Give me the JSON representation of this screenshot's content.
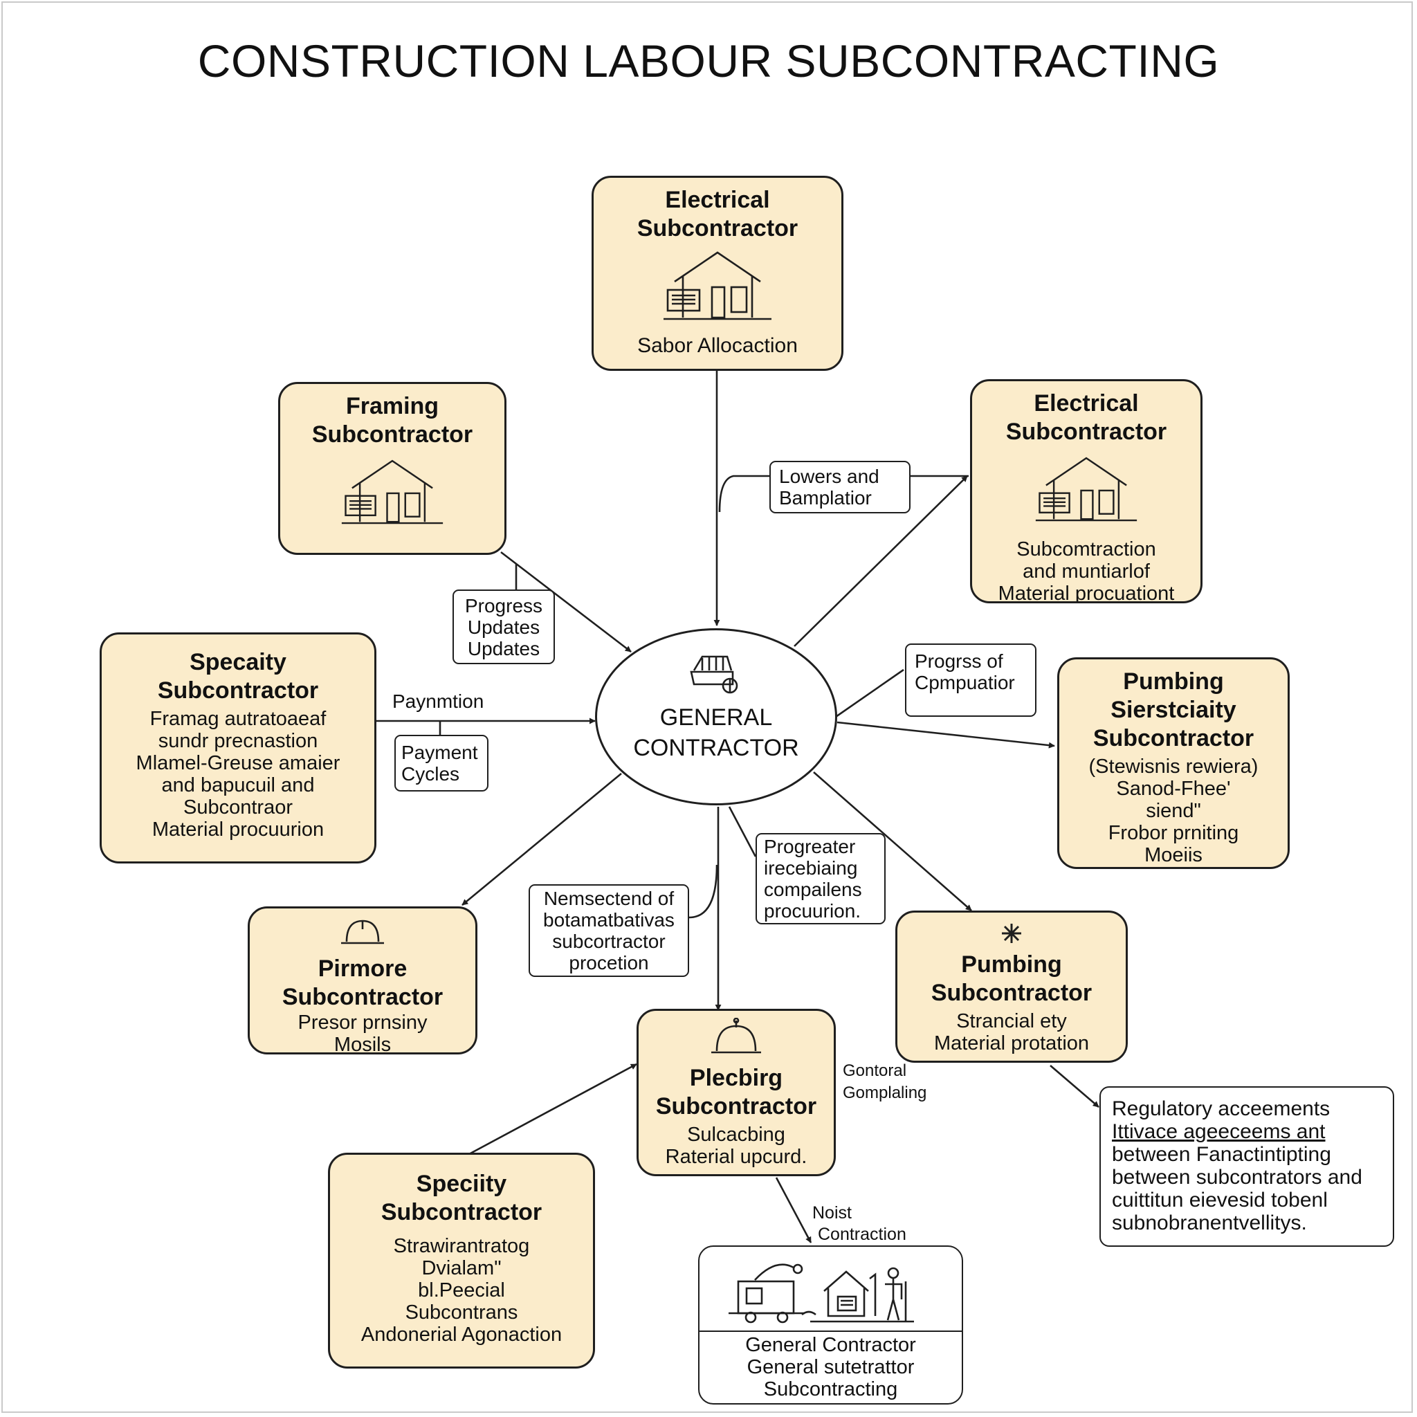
{
  "title": "CONSTRUCTION LABOUR SUBCONTRACTING",
  "hub": {
    "line1": "GENERAL",
    "line2": "CONTRACTOR"
  },
  "nodes": {
    "electrical_top": {
      "head": [
        "Electrical",
        "Subcontractor"
      ],
      "desc": [
        "Sabor Allocaction"
      ],
      "icon": "house-icon"
    },
    "framing": {
      "head": [
        "Framing",
        "Subcontractor"
      ],
      "desc": [],
      "icon": "house-icon"
    },
    "electrical_right": {
      "head": [
        "Electrical",
        "Subcontractor"
      ],
      "desc": [
        "Subcomtraction",
        "and muntiarlof",
        "Material procuationt"
      ],
      "icon": "house-icon"
    },
    "specialty_left": {
      "head": [
        "Specaity",
        "Subcontractor"
      ],
      "desc": [
        "Framag autratoaeaf",
        "sundr precnastion",
        "Mlamel-Greuse amaier",
        "and bapucuil and",
        "Subcontraor",
        "Material procuurion"
      ]
    },
    "plumbing_right": {
      "head": [
        "Pumbing",
        "Sierstciaity",
        "Subcontractor"
      ],
      "desc": [
        "(Stewisnis rewiera)",
        "Sanod-Fhee'",
        "siend\"",
        "Frobor prniting",
        "Moeiis"
      ]
    },
    "pirmore": {
      "head": [
        "Pirmore",
        "Subcontractor"
      ],
      "desc": [
        "Presor prnsiny",
        "Mosils"
      ],
      "icon": "hard-hat-icon"
    },
    "plumbing_mid": {
      "head": [
        "Pumbing",
        "Subcontractor"
      ],
      "desc": [
        "Strancial ety",
        "Material protation"
      ],
      "icon": "asterisk-icon"
    },
    "plecbing": {
      "head": [
        "Plecbirg",
        "Subcontractor"
      ],
      "desc": [
        "Sulcacbing",
        "Raterial upcurd."
      ],
      "icon": "hard-hat-icon"
    },
    "specidity": {
      "head": [
        "Speciity",
        "Subcontractor"
      ],
      "desc": [
        "Strawirantratog",
        "Dvialam\"",
        "bl.Peecial",
        "Subcontrans",
        "Andonerial Agonaction"
      ]
    }
  },
  "labels": {
    "lowers": [
      "Lowers and",
      "Bamplatior"
    ],
    "progress_updates": [
      "Progress",
      "Updates",
      "Updates"
    ],
    "payment_cycles": [
      "Payment",
      "Cycles"
    ],
    "payment_free": "Paynmtion",
    "progress_computation": [
      "Progrss of",
      "Cpmpuatior"
    ],
    "nemestend": [
      "Nemsectend of",
      "botamatbativas",
      "subcortractor",
      "procetion"
    ],
    "progreater": [
      "Progreater",
      "irecebiaing",
      "compailens",
      "procuurion."
    ],
    "gontoral": [
      "Gontoral",
      "Gomplaling"
    ],
    "noist": [
      "Noist",
      "Contraction"
    ]
  },
  "regulatory": [
    "Regulatory acceements",
    "Ittivace ageeceems ant",
    "between Fanactintipting",
    "between subcontrators and",
    "cuittitun eievesid tobenl",
    "subnobranentvellitys."
  ],
  "gc_box": [
    "General Contractor",
    "General sutetrattor",
    "Subcontracting"
  ],
  "colors": {
    "node_fill": "#fbeccb",
    "stroke": "#1f1f1f",
    "background": "#ffffff"
  }
}
